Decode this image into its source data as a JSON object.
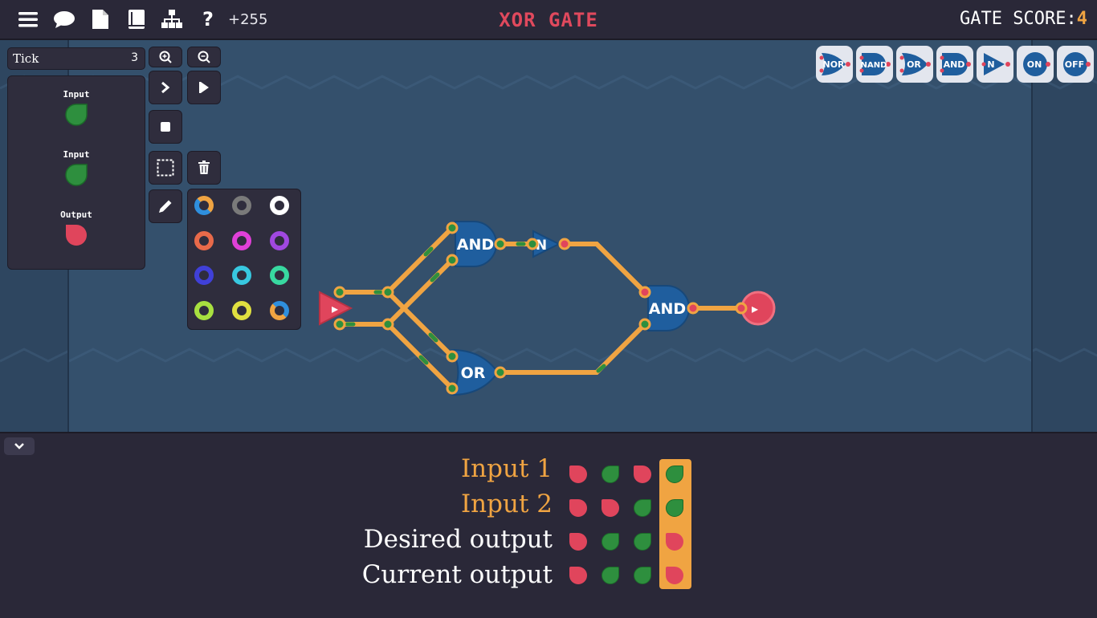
{
  "app": {
    "title": "XOR GATE",
    "score_label": "GATE SCORE:",
    "score_value": "4",
    "count": "+255"
  },
  "icons": {
    "menu": "menu-icon",
    "chat": "chat-icon",
    "file": "file-icon",
    "book": "book-icon",
    "tree": "tree-icon",
    "help": "help-icon"
  },
  "tick": {
    "label": "Tick",
    "value": "3"
  },
  "io": [
    {
      "label": "Input",
      "state": "on"
    },
    {
      "label": "Input",
      "state": "on"
    },
    {
      "label": "Output",
      "state": "off"
    }
  ],
  "gate_buttons": [
    "NOR",
    "NAND",
    "OR",
    "AND",
    "N",
    "ON",
    "OFF"
  ],
  "circuit": {
    "gates": [
      {
        "type": "AND",
        "label": "AND"
      },
      {
        "type": "OR",
        "label": "OR"
      },
      {
        "type": "NOT",
        "label": "N"
      },
      {
        "type": "AND",
        "label": "AND"
      }
    ]
  },
  "palette_colors": [
    [
      "#2f8fdd",
      "#7a7a7a",
      "#ffffff"
    ],
    [
      "#e86a4a",
      "#e040d8",
      "#a048e0"
    ],
    [
      "#4040d8",
      "#38c8e0",
      "#38d8a0"
    ],
    [
      "#a8e040",
      "#e0e040",
      "#2f8fdd"
    ]
  ],
  "colors": {
    "accent": "#f0a442",
    "title": "#e0495d",
    "on": "#2e8f3e",
    "off": "#e0455c",
    "gate": "#1f5e9e",
    "wire": "#f0a442"
  },
  "truth_table": {
    "rows": [
      {
        "label": "Input 1",
        "kind": "in",
        "values": [
          "off",
          "on",
          "off",
          "on"
        ]
      },
      {
        "label": "Input 2",
        "kind": "in",
        "values": [
          "off",
          "off",
          "on",
          "on"
        ]
      },
      {
        "label": "Desired output",
        "kind": "out",
        "values": [
          "off",
          "on",
          "on",
          "off"
        ]
      },
      {
        "label": "Current output",
        "kind": "out",
        "values": [
          "off",
          "on",
          "on",
          "off"
        ]
      }
    ],
    "highlight_column": 3
  }
}
